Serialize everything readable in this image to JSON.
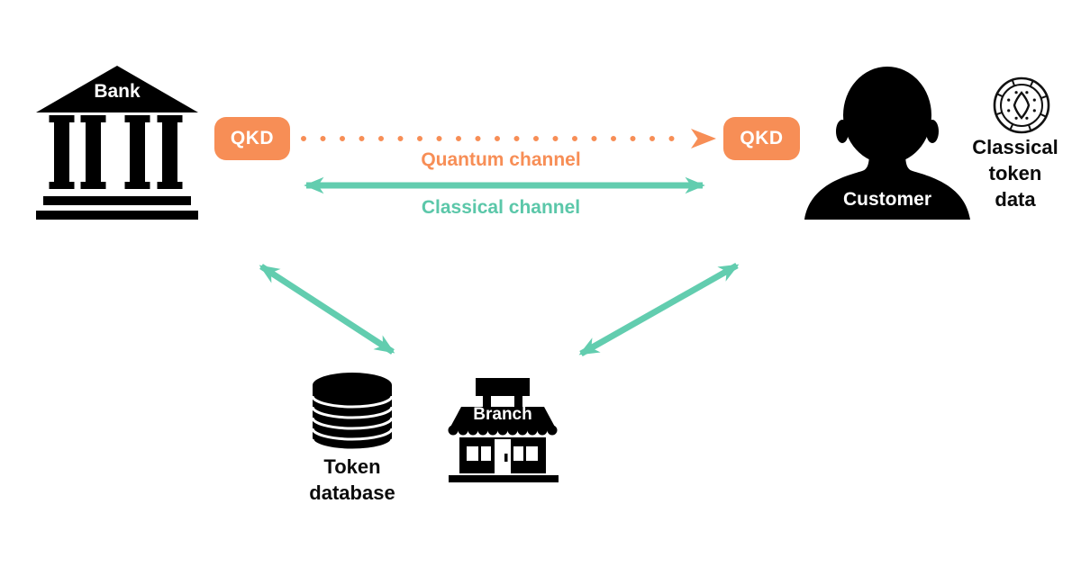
{
  "colors": {
    "orange": "#F78E56",
    "teal": "#62CDAF",
    "icon_black": "#000000"
  },
  "bank": {
    "label": "Bank",
    "icon": "bank-building-icon"
  },
  "customer": {
    "label": "Customer",
    "icon": "person-silhouette-icon"
  },
  "qkd_left": {
    "label": "QKD"
  },
  "qkd_right": {
    "label": "QKD"
  },
  "channels": {
    "quantum": {
      "label": "Quantum channel",
      "style": "dotted",
      "direction": "right"
    },
    "classical": {
      "label": "Classical channel",
      "style": "solid",
      "direction": "both"
    }
  },
  "classical_token": {
    "label": "Classical\ntoken\ndata",
    "icon": "token-chip-icon"
  },
  "token_database": {
    "label": "Token\ndatabase",
    "icon": "database-icon"
  },
  "branch": {
    "label": "Branch",
    "icon": "storefront-icon"
  }
}
